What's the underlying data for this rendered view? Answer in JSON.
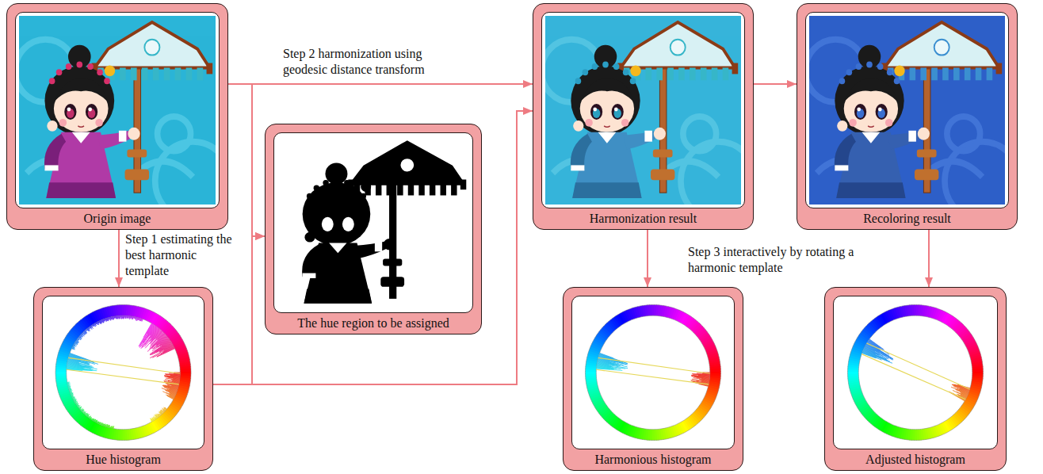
{
  "diagram": {
    "nodes": [
      {
        "text": [
          "Origin image"
        ]
      },
      {
        "text": [
          "Harmonization result"
        ]
      },
      {
        "text": [
          "Recoloring result"
        ]
      },
      {
        "text": [
          "The hue region to be assigned"
        ]
      },
      {
        "text": [
          "Hue histogram"
        ]
      },
      {
        "text": [
          "Harmonious histogram"
        ]
      },
      {
        "text": [
          "Adjusted histogram"
        ]
      }
    ],
    "edges": [
      {
        "from": 0,
        "to": 1,
        "arrow": "to",
        "label": "Step 2 harmonization using geodesic distance transform"
      },
      {
        "from": 0,
        "to": 4,
        "arrow": "to",
        "label": "Step 1 estimating the best harmonic template"
      },
      {
        "from": 0,
        "to": 3,
        "arrow": "to"
      },
      {
        "from": 4,
        "to": 3,
        "arrow": "to"
      },
      {
        "from": 4,
        "to": 1,
        "arrow": "to"
      },
      {
        "from": 1,
        "to": 2,
        "arrow": "to"
      },
      {
        "from": 1,
        "to": 5,
        "arrow": "to"
      },
      {
        "from": 2,
        "to": 6,
        "arrow": "to"
      }
    ],
    "labels": [
      "Step 3 interactively by rotating a harmonic template"
    ]
  }
}
